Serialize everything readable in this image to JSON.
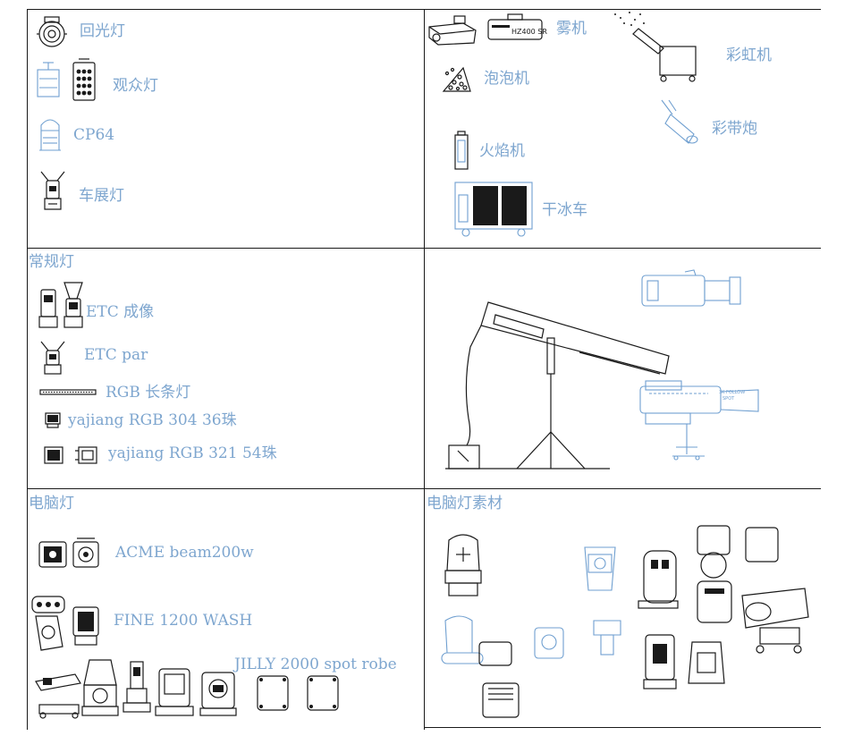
{
  "panels": {
    "top_left": {
      "items": [
        {
          "label": "回光灯",
          "icon": "follow-spot-icon"
        },
        {
          "label": "观众灯",
          "icon": "audience-blinder-icon"
        },
        {
          "label": "CP64",
          "icon": "par-can-icon"
        },
        {
          "label": "车展灯",
          "icon": "autoshow-light-icon"
        }
      ]
    },
    "top_right": {
      "items": [
        {
          "label": "雾机",
          "icon": "fog-machine-icon"
        },
        {
          "label": "泡泡机",
          "icon": "bubble-machine-icon"
        },
        {
          "label": "火焰机",
          "icon": "flame-machine-icon"
        },
        {
          "label": "干冰车",
          "icon": "dry-ice-machine-icon"
        },
        {
          "label": "彩虹机",
          "icon": "rainbow-machine-icon"
        },
        {
          "label": "彩带炮",
          "icon": "confetti-cannon-icon"
        }
      ],
      "fog_machine_badge": "HZ400 SR"
    },
    "middle_left": {
      "title": "常规灯",
      "items": [
        {
          "label": "ETC 成像",
          "icon": "etc-profile-icon"
        },
        {
          "label": "ETC par",
          "icon": "etc-par-icon"
        },
        {
          "label": "RGB 长条灯",
          "icon": "led-bar-icon"
        },
        {
          "label": "yajiang RGB 304 36珠",
          "icon": "led-par-icon"
        },
        {
          "label": "yajiang RGB 321 54珠",
          "icon": "led-wash-icon"
        }
      ]
    },
    "middle_right": {
      "spot_caption_line1": "3K FOLLOW",
      "spot_caption_line2": "SPOT"
    },
    "bottom_left": {
      "title": "电脑灯",
      "items": [
        {
          "label": "ACME beam200w",
          "icon": "beam-moving-head-icon"
        },
        {
          "label": "FINE 1200 WASH",
          "icon": "wash-moving-head-icon"
        },
        {
          "label": "JILLY 2000 spot robe",
          "icon": "spot-moving-head-icon"
        }
      ]
    },
    "bottom_right": {
      "title": "电脑灯素材"
    }
  },
  "colors": {
    "label_blue": "#7ea6cf",
    "line_black": "#1a1a1a",
    "drawing_blue": "#6f9fd0"
  }
}
